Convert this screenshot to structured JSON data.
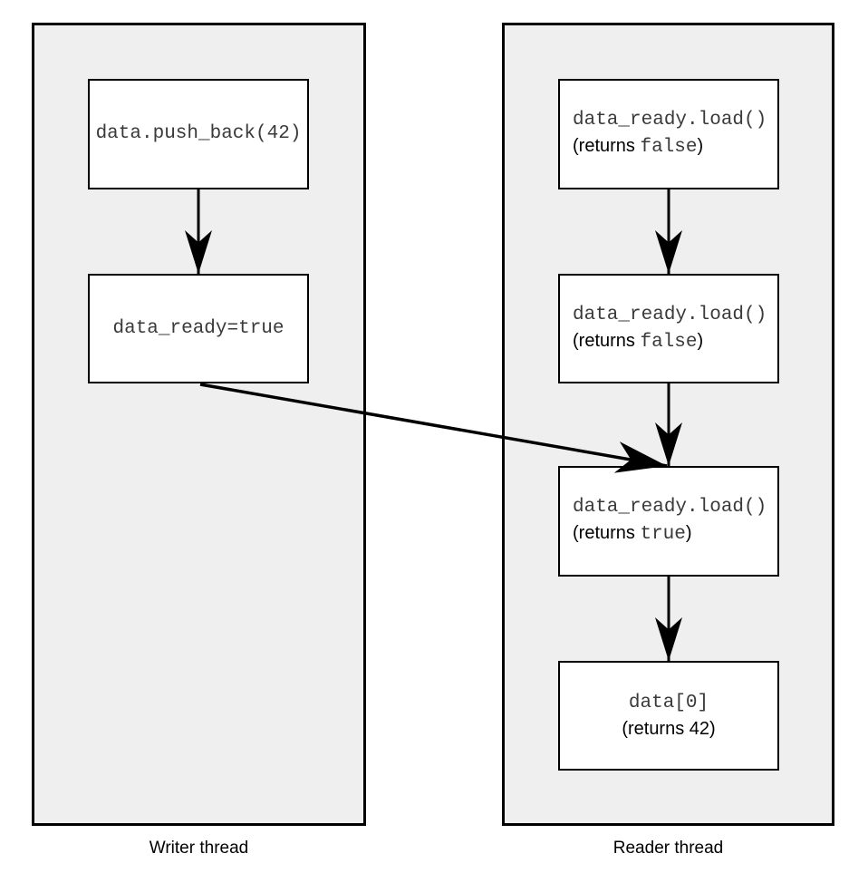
{
  "writer": {
    "label": "Writer thread",
    "boxes": [
      {
        "code": "data.push_back(42)"
      },
      {
        "code": "data_ready=true"
      }
    ]
  },
  "reader": {
    "label": "Reader thread",
    "boxes": [
      {
        "code": "data_ready.load()",
        "ret_pre": "(returns ",
        "ret_value": "false",
        "ret_post": ")"
      },
      {
        "code": "data_ready.load()",
        "ret_pre": "(returns ",
        "ret_value": "false",
        "ret_post": ")"
      },
      {
        "code": "data_ready.load()",
        "ret_pre": "(returns ",
        "ret_value": "true",
        "ret_post": ")"
      },
      {
        "code": "data[0]",
        "ret_full": "(returns 42)"
      }
    ]
  },
  "colors": {
    "background": "#ffffff",
    "lane_fill": "#efefef",
    "border": "#000000",
    "box_fill": "#ffffff",
    "code_text": "#3a3a3a",
    "label_text": "#000000"
  }
}
